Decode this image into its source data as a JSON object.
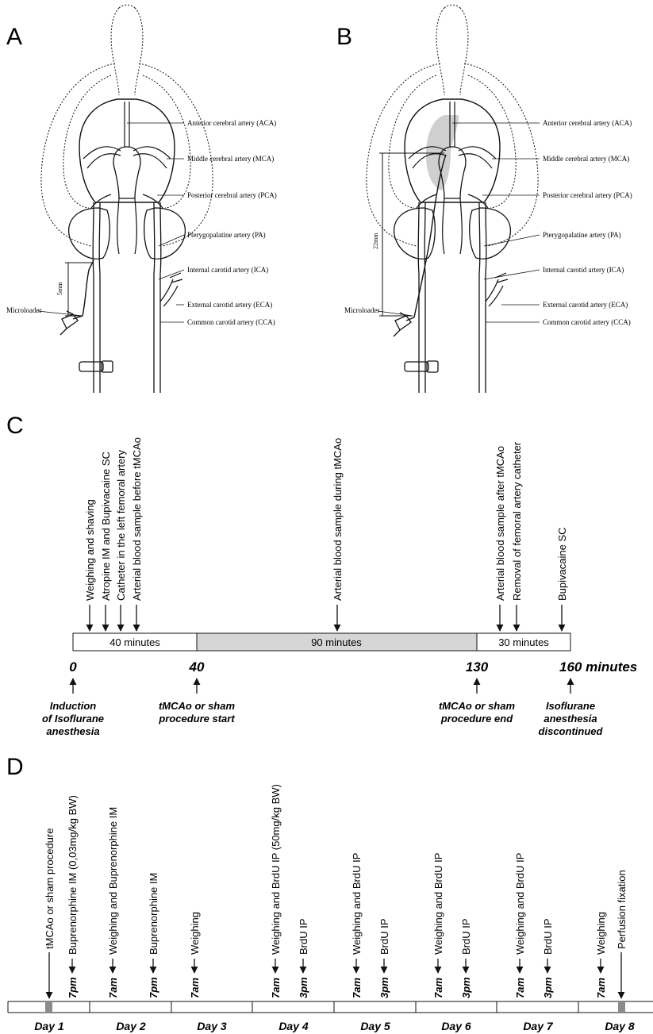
{
  "panels": {
    "A": {
      "letter": "A",
      "labels": [
        "Anterior cerebral artery (ACA)",
        "Middle cerebral artery (MCA)",
        "Posterior cerebral artery (PCA)",
        "Pterygopalatine artery (PA)",
        "Internal carotid artery (ICA)",
        "External carotid artery (ECA)",
        "Common carotid artery (CCA)"
      ],
      "microloader": "Microloader",
      "depth": "5mm"
    },
    "B": {
      "letter": "B",
      "labels": [
        "Anterior cerebral artery (ACA)",
        "Middle cerebral artery (MCA)",
        "Posterior cerebral artery (PCA)",
        "Pterygopalatine artery (PA)",
        "Internal carotid artery (ICA)",
        "External carotid artery (ECA)",
        "Common carotid artery (CCA)"
      ],
      "microloader": "Microloader",
      "depth": "22mm"
    },
    "C": {
      "letter": "C",
      "events": [
        "Weighing and shaving",
        "Atropine IM and Bupivacaine SC",
        "Catheter in the left femoral artery",
        "Arterial blood sample before tMCAo",
        "Arterial blood sample during tMCAo",
        "Arterial blood sample after tMCAo",
        "Removal of femoral artery catheter",
        "Bupivacaine SC"
      ],
      "segments": [
        "40 minutes",
        "90 minutes",
        "30 minutes"
      ],
      "ticks": [
        "0",
        "40",
        "130",
        "160 minutes"
      ],
      "milestones": [
        [
          "Induction",
          "of Isoflurane",
          "anesthesia"
        ],
        [
          "tMCAo or sham",
          "procedure start"
        ],
        [
          "tMCAo or sham",
          "procedure end"
        ],
        [
          "Isoflurane",
          "anesthesia",
          "discontinued"
        ]
      ]
    },
    "D": {
      "letter": "D",
      "events": [
        {
          "time": "",
          "label": "tMCAo or sham procedure"
        },
        {
          "time": "7pm",
          "label": "Buprenorphine IM (0,03mg/kg BW)"
        },
        {
          "time": "7am",
          "label": "Weighing and Buprenorphine IM"
        },
        {
          "time": "7pm",
          "label": "Buprenorphine IM"
        },
        {
          "time": "7am",
          "label": "Weighing"
        },
        {
          "time": "7am",
          "label": "Weighing and BrdU IP (50mg/kg BW)"
        },
        {
          "time": "3pm",
          "label": "BrdU IP"
        },
        {
          "time": "7am",
          "label": "Weighing and BrdU IP"
        },
        {
          "time": "3pm",
          "label": "BrdU IP"
        },
        {
          "time": "7am",
          "label": "Weighing and BrdU IP"
        },
        {
          "time": "3pm",
          "label": "BrdU IP"
        },
        {
          "time": "7am",
          "label": "Weighing and BrdU IP"
        },
        {
          "time": "3pm",
          "label": "BrdU IP"
        },
        {
          "time": "7am",
          "label": "Weighing"
        },
        {
          "time": "",
          "label": "Perfusion fixation"
        }
      ],
      "days": [
        "Day 1",
        "Day 2",
        "Day 3",
        "Day 4",
        "Day 5",
        "Day 6",
        "Day 7",
        "Day 8"
      ]
    }
  }
}
